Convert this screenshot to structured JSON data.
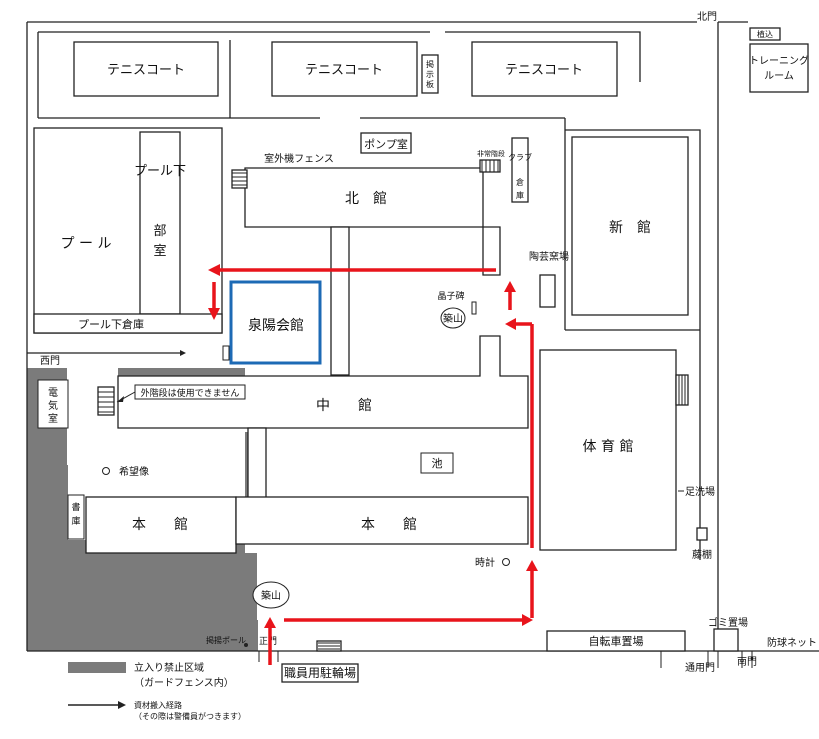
{
  "labels": {
    "tennis_1": "テニスコート",
    "tennis_2": "テニスコート",
    "tennis_3": "テニスコート",
    "kitamon": "北門",
    "uekomi": "植込",
    "training_room_1": "トレーニング",
    "training_room_2": "ルーム",
    "keijiban_1": "掲",
    "keijiban_2": "示",
    "keijiban_3": "板",
    "pump_room": "ポンプ室",
    "outdoor_unit_fence": "室外機フェンス",
    "emergency_stairs": "非常階段",
    "club_1": "クラブ",
    "club_2": "倉",
    "club_3": "庫",
    "kitakan": "北　館",
    "shinkan": "新　館",
    "pottery_kiln": "陶芸窯場",
    "pool": "プ ー ル",
    "pool_under_1": "プール下",
    "pool_under_2": "部",
    "pool_under_3": "室",
    "pool_storage": "プール下倉庫",
    "senyo_hall": "泉陽会館",
    "akiko_monument": "晶子碑",
    "tsukiyama_1": "築山",
    "nishimon": "西門",
    "denki_1": "電",
    "denki_2": "気",
    "denki_3": "室",
    "outer_stairs_notice": "外階段は使用できません",
    "nakakan": "中　　館",
    "gym": "体 育 館",
    "pond": "池",
    "kibou_statue": "希望像",
    "library_1": "書",
    "library_2": "庫",
    "honkan_1": "本　　館",
    "honkan_2": "本　　館",
    "footwash": "足洗場",
    "clock_tower": "時計",
    "wisteria": "藤棚",
    "tsukiyama_2": "築山",
    "flag_pole": "掲揚ポール",
    "seimon": "正門",
    "bike_parking": "自転車置場",
    "staff_parking": "職員用駐輪場",
    "garbage": "ゴミ置場",
    "tsuyomon": "通用門",
    "minamimon": "南門",
    "ball_net": "防球ネット"
  },
  "legend": {
    "restricted_1": "立入り禁止区域",
    "restricted_2": "（ガードフェンス内）",
    "route_1": "資材搬入経路",
    "route_2": "（その際は警備員がつきます）"
  },
  "colors": {
    "restricted": "#7b7b7b",
    "route": "#e8141b",
    "highlight": "#1d6ab5",
    "line": "#222222"
  }
}
